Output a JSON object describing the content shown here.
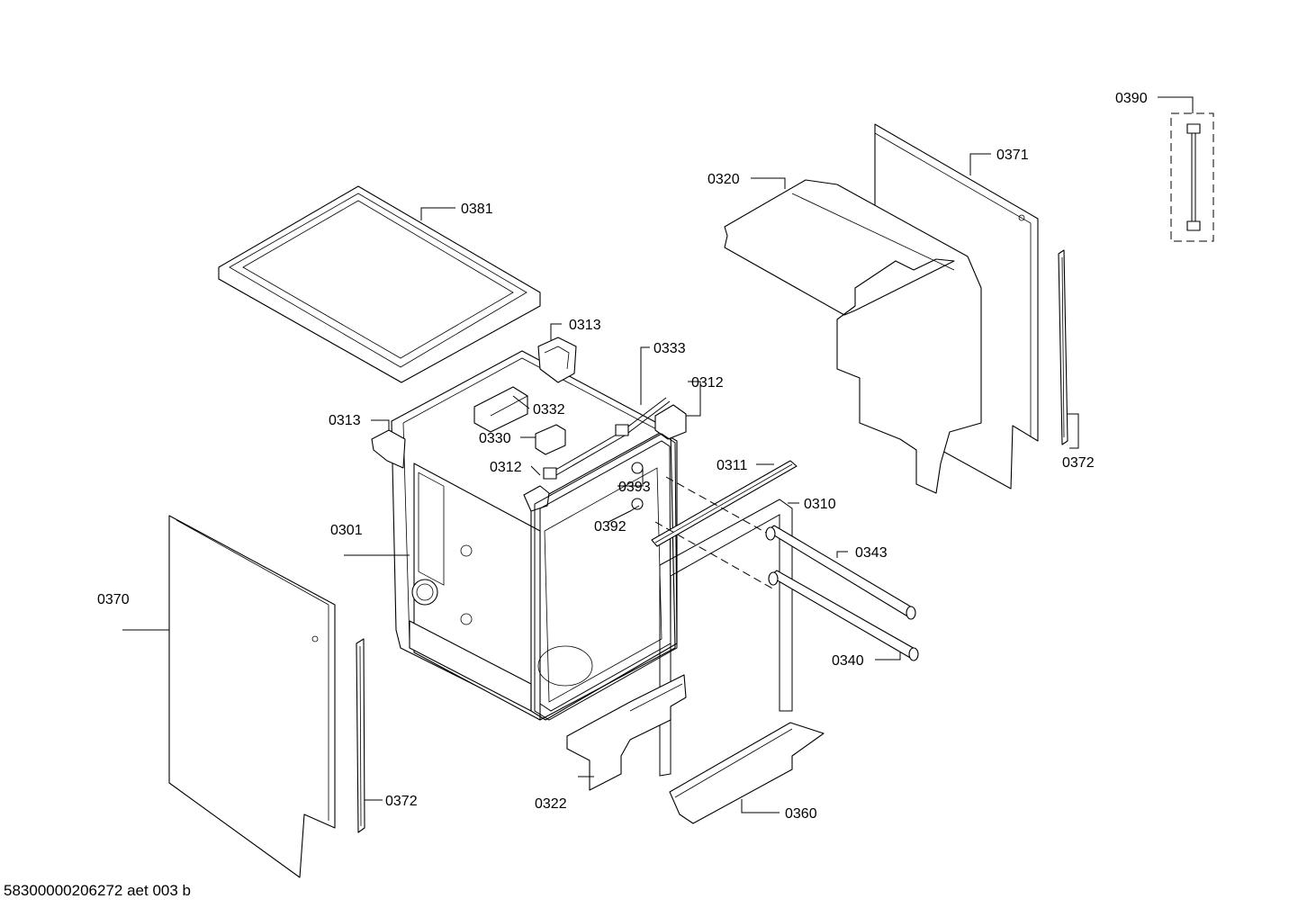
{
  "drawing_id": "58300000206272 aet 003 b",
  "part_labels": {
    "p0390": "0390",
    "p0371": "0371",
    "p0320": "0320",
    "p0381": "0381",
    "p0313a": "0313",
    "p0333": "0333",
    "p0312a": "0312",
    "p0332": "0332",
    "p0313b": "0313",
    "p0330": "0330",
    "p0312b": "0312",
    "p0311": "0311",
    "p0393": "0393",
    "p0372a": "0372",
    "p0310": "0310",
    "p0392": "0392",
    "p0301": "0301",
    "p0343": "0343",
    "p0370": "0370",
    "p0340": "0340",
    "p0372b": "0372",
    "p0322": "0322",
    "p0360": "0360"
  }
}
